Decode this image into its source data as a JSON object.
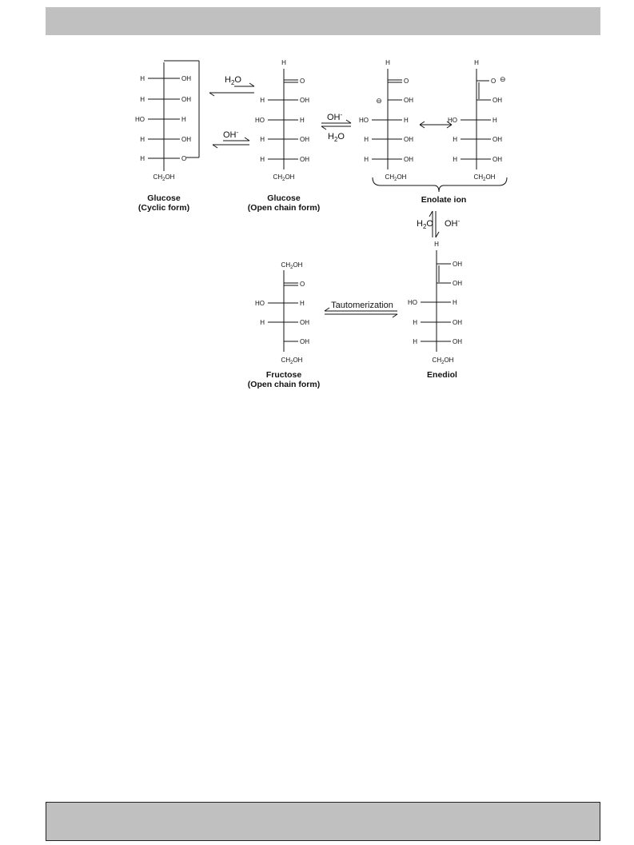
{
  "page": {
    "header_bar": "",
    "footer_bar": ""
  },
  "reagents": {
    "water": "H",
    "water_sub": "2",
    "water_o": "O",
    "hydroxide": "OH",
    "minus": "-",
    "tautomerization": "Tautomerization"
  },
  "atoms": {
    "h": "H",
    "oh": "OH",
    "ho": "HO",
    "o": "O",
    "ch2oh_c": "CH",
    "ch2oh_sub": "2",
    "ch2oh_oh": "OH"
  },
  "charges": {
    "negative": "⊖"
  },
  "captions": {
    "glucose_cyclic": [
      "Glucose",
      "(Cyclic  form)"
    ],
    "glucose_open": [
      "Glucose",
      "(Open chain form)"
    ],
    "enolate": [
      "Enolate ion"
    ],
    "fructose_open": [
      "Fructose",
      "(Open chain form)"
    ],
    "enediol": [
      "Enediol"
    ]
  },
  "colors": {
    "bars": "#c0c0c0",
    "ink": "#111111"
  }
}
